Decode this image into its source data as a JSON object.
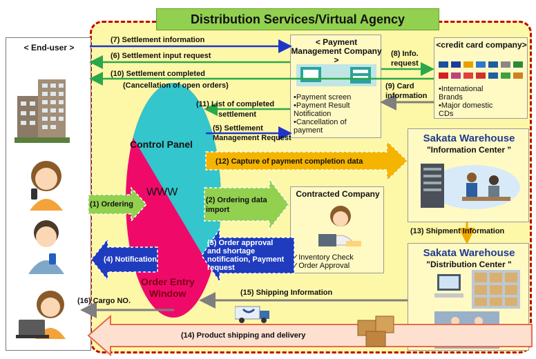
{
  "title": "Distribution Services/Virtual Agency",
  "end_user": {
    "label": "< End-user >"
  },
  "payment_company": {
    "title": "< Payment Management Company >",
    "items": [
      "•Payment screen",
      "•Payment Result",
      " Notification",
      "•Cancellation of",
      " payment"
    ]
  },
  "credit_company": {
    "title": "<credit card company>",
    "items": [
      "•International",
      " Brands",
      "•Major domestic",
      " CDs"
    ]
  },
  "info_center": {
    "title": "Sakata Warehouse",
    "subtitle": "\"Information Center \""
  },
  "dist_center": {
    "title": "Sakata Warehouse",
    "subtitle": "\"Distribution Center \""
  },
  "contracted": {
    "title": "Contracted Company",
    "items": [
      "✓Inventory Check",
      "✓Order Approval"
    ]
  },
  "oval": {
    "control_panel": "Control Panel",
    "www": "WWW",
    "order_entry_1": "Order Entry",
    "order_entry_2": "Window"
  },
  "flows": {
    "f7": "(7) Settlement information",
    "f6": "(6) Settlement input request",
    "f10a": "(10) Settlement completed",
    "f10b": "(Cancellation of open orders)",
    "f8a": "(8) Info.",
    "f8b": "request",
    "f9a": "(9) Card",
    "f9b": "information",
    "f11a": "(11) List of completed",
    "f11b": "settlement",
    "f5a": "(5) Settlement",
    "f5b": "Management Request",
    "f12": "(12) Capture of payment completion data",
    "f1": "(1) Ordering",
    "f2a": "(2) Ordering data",
    "f2b": "import",
    "f3a": "(3) Order approval",
    "f3b": "and shortage",
    "f3c": "notification, Payment",
    "f3d": "request",
    "f4": "(4) Notification",
    "f13": "(13) Shipment Information",
    "f15": "(15) Shipping Information",
    "f16": "(16) Cargo NO.",
    "f14": "(14) Product shipping and delivery"
  },
  "colors": {
    "blue_arrow": "#1f35c8",
    "green_arrow": "#2aa84a",
    "gray_arrow": "#7f7f7f",
    "orange_arrow": "#f2a900",
    "light_green_box": "#92d050",
    "navy_box": "#1f3cbf",
    "pink": "#ef0a6a",
    "cyan": "#33c6cc",
    "dashed_border": "#c00000"
  }
}
